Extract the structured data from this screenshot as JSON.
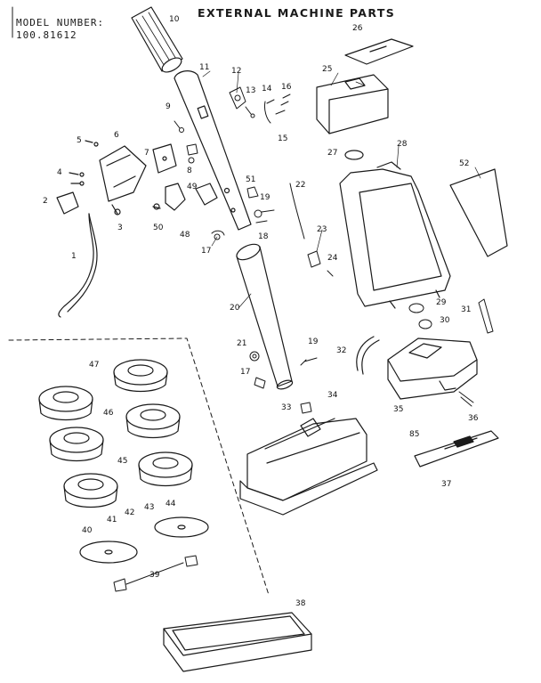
{
  "header": {
    "model_label": "MODEL NUMBER:",
    "model_number": "100.81612",
    "title": "EXTERNAL MACHINE PARTS"
  },
  "parts": {
    "p1": "1",
    "p2": "2",
    "p3": "3",
    "p4": "4",
    "p5": "5",
    "p6": "6",
    "p7": "7",
    "p8": "8",
    "p9": "9",
    "p10": "10",
    "p11": "11",
    "p12": "12",
    "p13": "13",
    "p14": "14",
    "p15": "15",
    "p16": "16",
    "p17a": "17",
    "p17b": "17",
    "p18": "18",
    "p19a": "19",
    "p19b": "19",
    "p20": "20",
    "p21": "21",
    "p22": "22",
    "p23": "23",
    "p24": "24",
    "p25": "25",
    "p26": "26",
    "p27": "27",
    "p28": "28",
    "p29": "29",
    "p30": "30",
    "p31": "31",
    "p32": "32",
    "p33": "33",
    "p34": "34",
    "p35": "35",
    "p36": "36",
    "p37": "37",
    "p38": "38",
    "p39": "39",
    "p40": "40",
    "p41": "41",
    "p42": "42",
    "p43": "43",
    "p44": "44",
    "p45": "45",
    "p46": "46",
    "p47": "47",
    "p48": "48",
    "p49": "49",
    "p50": "50",
    "p51": "51",
    "p52": "52",
    "p85": "85"
  }
}
